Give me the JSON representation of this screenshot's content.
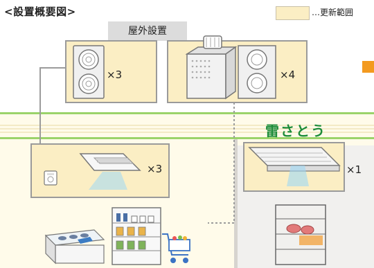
{
  "title": "<設置概要図>",
  "legend": {
    "text": "…更新範囲",
    "swatch_color": "#fbeec4"
  },
  "outdoor_label": "屋外設置",
  "units": {
    "outdoor_left_count": "×3",
    "outdoor_right_count": "×4",
    "indoor_cassette_count": "×3",
    "indoor_ceiling_count": "×1"
  },
  "shop_name": "雷さとう",
  "colors": {
    "accent_green": "#9bd36a",
    "shop_name_green": "#1d8c3a",
    "update_area": "#fbeec4",
    "orange_marker": "#f39a1f",
    "airflow_blue": "#9fd8f5"
  },
  "icons": [
    "fan-unit-icon",
    "cooling-tower-icon",
    "ceiling-cassette-icon",
    "remote-controller-icon",
    "ceiling-suspended-unit-icon",
    "showcase-icon",
    "seafood-case-icon",
    "shopping-cart-icon",
    "freezer-rack-icon"
  ]
}
